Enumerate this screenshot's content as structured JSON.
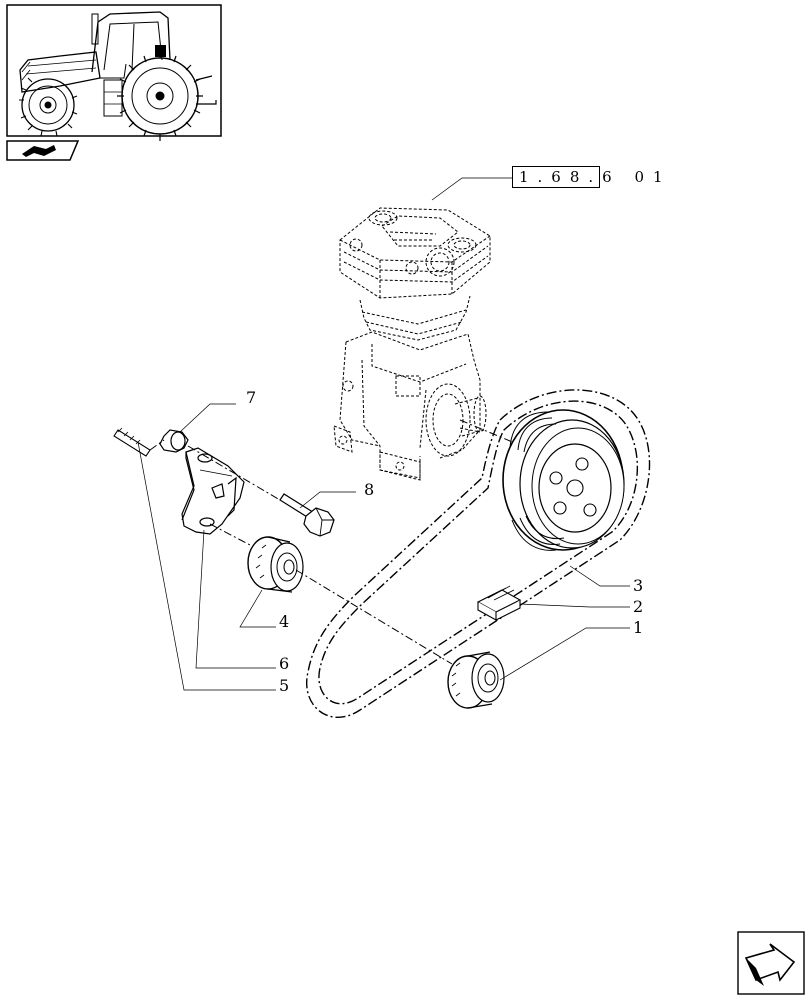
{
  "reference_code": "1.68.6 01",
  "callouts": {
    "c1": "1",
    "c2": "2",
    "c3": "3",
    "c4": "4",
    "c5": "5",
    "c6": "6",
    "c7": "7",
    "c8": "8"
  },
  "icons": {
    "thumbnail": "tractor-thumbnail-icon",
    "section": "section-marker-icon",
    "next": "next-page-arrow-icon"
  }
}
